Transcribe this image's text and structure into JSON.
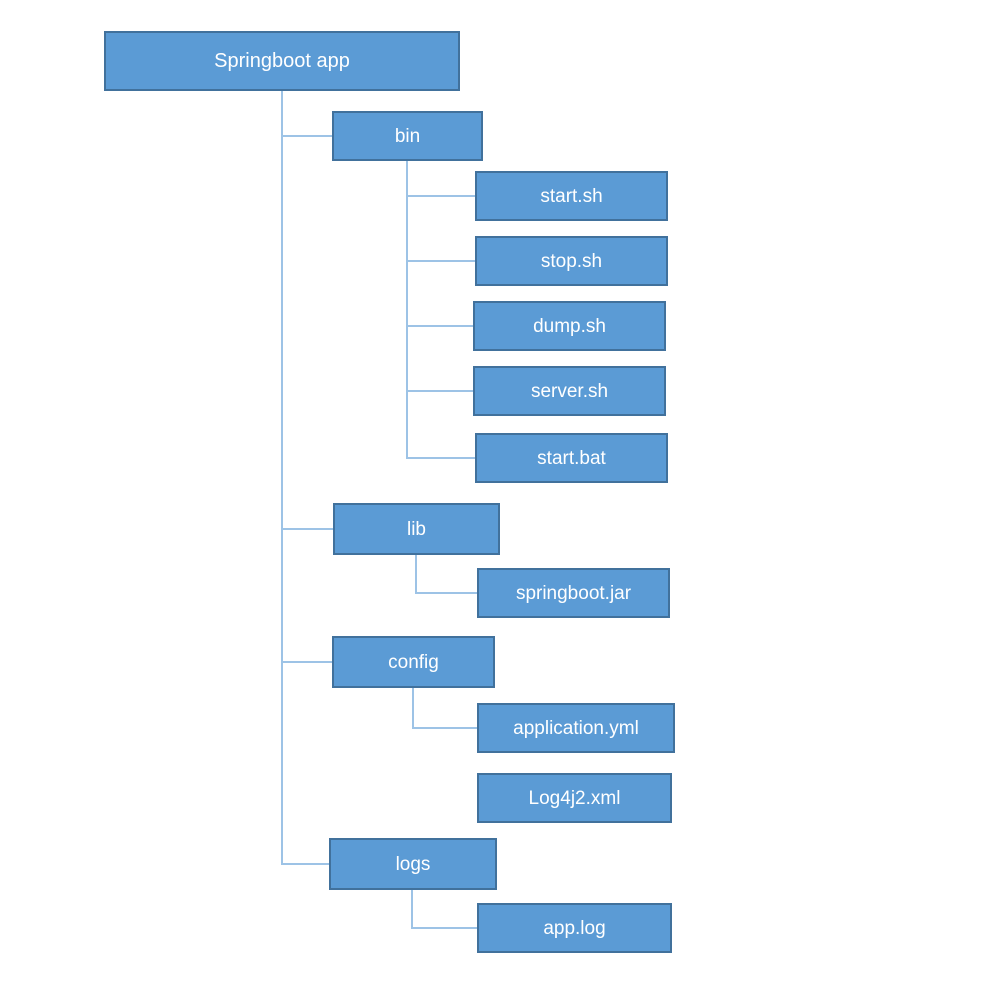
{
  "diagram": {
    "type": "tree",
    "root": {
      "label": "Springboot app",
      "children": [
        {
          "label": "bin",
          "children": [
            {
              "label": "start.sh"
            },
            {
              "label": "stop.sh"
            },
            {
              "label": "dump.sh"
            },
            {
              "label": "server.sh"
            },
            {
              "label": "start.bat"
            }
          ]
        },
        {
          "label": "lib",
          "children": [
            {
              "label": "springboot.jar"
            }
          ]
        },
        {
          "label": "config",
          "children": [
            {
              "label": "application.yml"
            },
            {
              "label": "Log4j2.xml",
              "connected_to_parent": false
            }
          ]
        },
        {
          "label": "logs",
          "children": [
            {
              "label": "app.log"
            }
          ]
        }
      ]
    },
    "colors": {
      "node_fill": "#5B9BD5",
      "node_border": "#41719C",
      "connector": "#9DC3E6",
      "node_text": "#FFFFFF",
      "background": "#FFFFFF"
    }
  }
}
